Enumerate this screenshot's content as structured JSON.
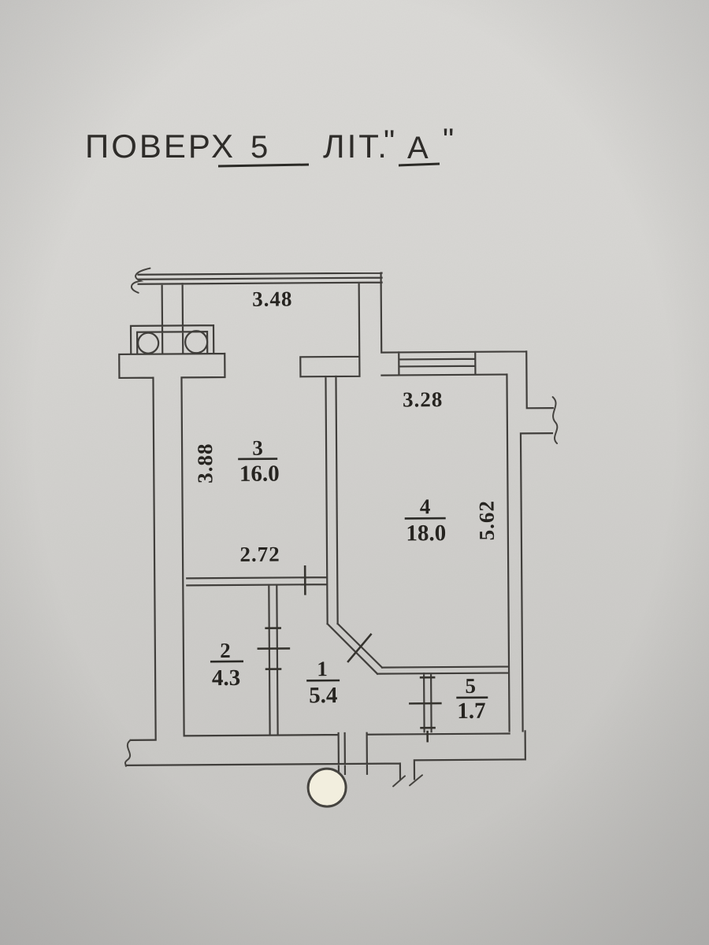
{
  "document": {
    "type_label": "floor-plan",
    "header": {
      "floor_label": "ПОВЕРХ",
      "floor_value": "5",
      "letter_label": "ЛІТ.",
      "quote_open": "\"",
      "letter_value": "А",
      "quote_close": "\""
    },
    "dimensions": {
      "balcony_width": "3.48",
      "room4_width": "3.28",
      "room3_height": "3.88",
      "room4_height": "5.62",
      "room3_width": "2.72"
    },
    "rooms": [
      {
        "number": "1",
        "area": "5.4"
      },
      {
        "number": "2",
        "area": "4.3"
      },
      {
        "number": "3",
        "area": "16.0"
      },
      {
        "number": "4",
        "area": "18.0"
      },
      {
        "number": "5",
        "area": "1.7"
      }
    ],
    "colors": {
      "paper": "#d3d2cf",
      "ink": "#403e3b",
      "stamp_spot": "#f2eede"
    }
  }
}
